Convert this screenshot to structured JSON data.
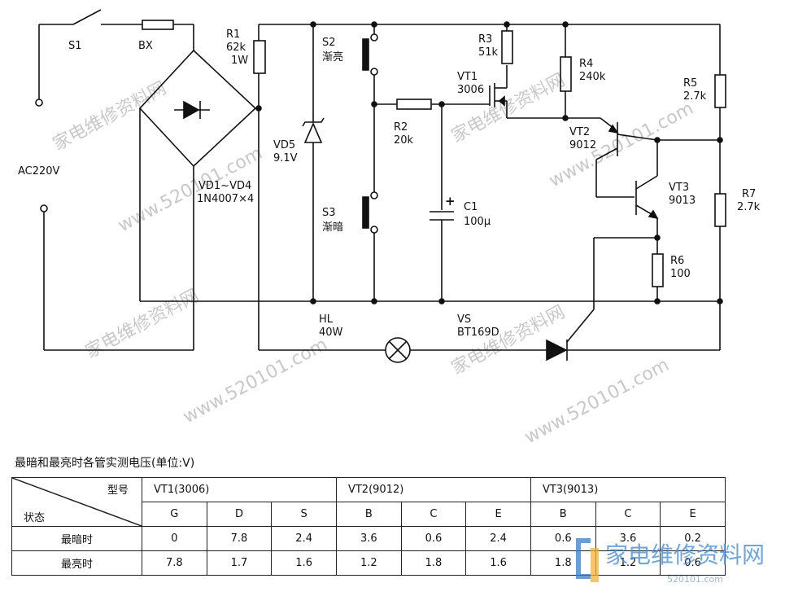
{
  "components": {
    "s1": "S1",
    "bx": "BX",
    "ac": "AC220V",
    "r1_name": "R1",
    "r1_val": "62k",
    "r1_pow": "1W",
    "bridge_name": "VD1~VD4",
    "bridge_val": "1N4007×4",
    "vd5_name": "VD5",
    "vd5_val": "9.1V",
    "s2_name": "S2",
    "s2_desc": "渐亮",
    "s3_name": "S3",
    "s3_desc": "渐暗",
    "r2_name": "R2",
    "r2_val": "20k",
    "c1_name": "C1",
    "c1_val": "100μ",
    "vt1_name": "VT1",
    "vt1_val": "3006",
    "r3_name": "R3",
    "r3_val": "51k",
    "r4_name": "R4",
    "r4_val": "240k",
    "vt2_name": "VT2",
    "vt2_val": "9012",
    "vt3_name": "VT3",
    "vt3_val": "9013",
    "r5_name": "R5",
    "r5_val": "2.7k",
    "r7_name": "R7",
    "r7_val": "2.7k",
    "r6_name": "R6",
    "r6_val": "100",
    "hl_name": "HL",
    "hl_val": "40W",
    "vs_name": "VS",
    "vs_val": "BT169D"
  },
  "watermark": {
    "text1": "家电维修资料网",
    "text2": "www.520101.com",
    "logo_text": "家电维修资料网",
    "logo_url": "520101.com"
  },
  "table": {
    "caption": "最暗和最亮时各管实测电压(单位:V)",
    "corner_top": "型号",
    "corner_bottom": "状态",
    "groups": [
      "VT1(3006)",
      "VT2(9012)",
      "VT3(9013)"
    ],
    "pins": [
      "G",
      "D",
      "S",
      "B",
      "C",
      "E",
      "B",
      "C",
      "E"
    ],
    "rows": [
      {
        "state": "最暗时",
        "values": [
          "0",
          "7.8",
          "2.4",
          "3.6",
          "0.6",
          "2.4",
          "0.6",
          "3.6",
          "0.2"
        ]
      },
      {
        "state": "最亮时",
        "values": [
          "7.8",
          "1.7",
          "1.6",
          "1.2",
          "1.8",
          "1.6",
          "1.8",
          "1.2",
          "0.6"
        ]
      }
    ]
  }
}
